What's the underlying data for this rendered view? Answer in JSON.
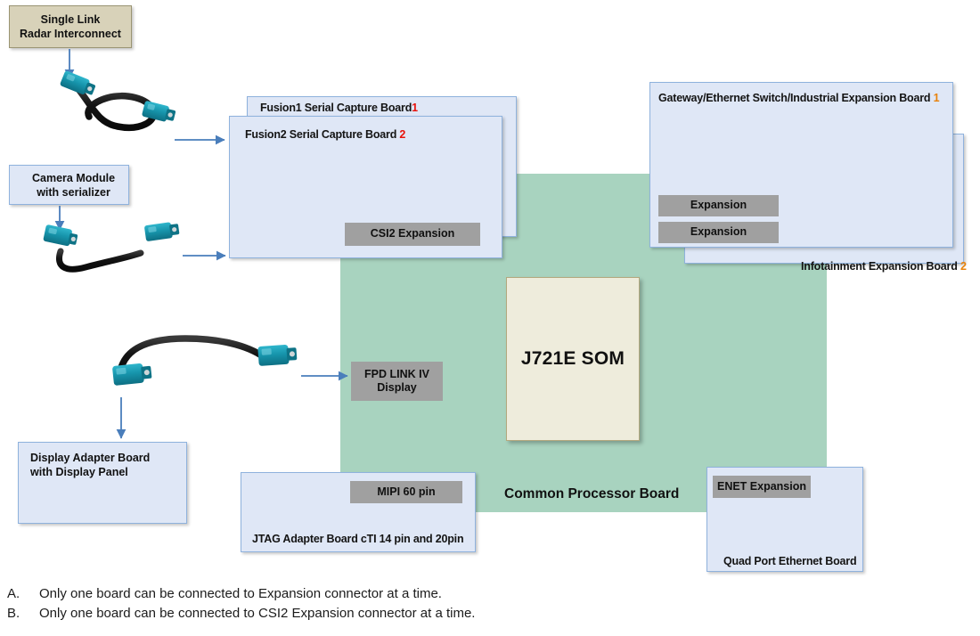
{
  "diagram": {
    "title": "J721E Common Processor Board system block diagram",
    "colors": {
      "board_fill": "#dfe7f6",
      "board_border": "#8fb2dd",
      "green_board": "#a8d3bf",
      "som_fill": "#eeecdc",
      "som_border": "#b3a87e",
      "tan_fill": "#d8d2b9",
      "tan_border": "#9a9473",
      "chip_grey": "#a0a0a0",
      "arrow_blue": "#4a7ebb",
      "marker_red": "#e8120b",
      "marker_orange": "#e8820b",
      "connector_teal": "#1b97ad",
      "cable_black": "#141414"
    },
    "blocks": {
      "radar_interconnect": {
        "line1": "Single Link",
        "line2": "Radar Interconnect"
      },
      "camera_module": {
        "line1": "Camera Module",
        "line2": "with serializer"
      },
      "display_adapter": {
        "line1": "Display Adapter Board",
        "line2": "with Display Panel"
      },
      "fusion1": {
        "label": "Fusion1 Serial Capture Board",
        "marker": "1"
      },
      "fusion2": {
        "label": "Fusion2 Serial Capture Board",
        "marker": "2"
      },
      "csi2_expansion": {
        "label": "CSI2 Expansion"
      },
      "gateway": {
        "label": "Gateway/Ethernet Switch/Industrial Expansion Board",
        "marker": "1"
      },
      "infotainment": {
        "label": "Infotainment Expansion Board",
        "marker": "2"
      },
      "expansion_1": {
        "label": "Expansion"
      },
      "expansion_2": {
        "label": "Expansion"
      },
      "common_processor_board": {
        "label": "Common Processor Board"
      },
      "som": {
        "label": "J721E SOM"
      },
      "fpd_link": {
        "line1": "FPD LINK IV",
        "line2": "Display"
      },
      "mipi": {
        "label": "MIPI 60 pin"
      },
      "jtag": {
        "label": "JTAG Adapter Board  cTI 14 pin and 20pin"
      },
      "enet_expansion": {
        "label": "ENET Expansion"
      },
      "quad_ethernet": {
        "label": "Quad Port Ethernet Board"
      }
    },
    "notes": [
      {
        "key": "A.",
        "text": "Only one board can be connected to Expansion connector at a time."
      },
      {
        "key": "B.",
        "text": "Only one board can be connected to CSI2 Expansion connector at a time."
      }
    ],
    "icons": {
      "radar_cable": "coax-cable-loop-icon",
      "camera_cable": "coax-cable-icon",
      "display_cable": "coax-cable-icon",
      "fakra_connector": "fakra-connector-icon",
      "arrow": "arrow-icon"
    }
  }
}
